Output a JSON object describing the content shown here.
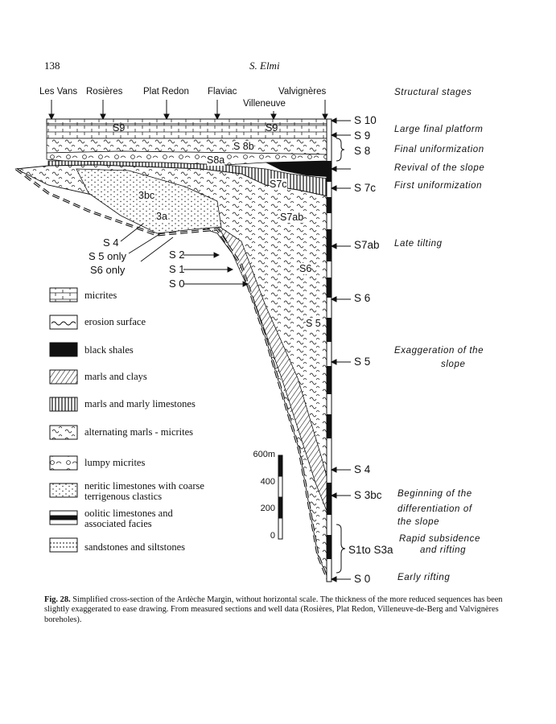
{
  "header": {
    "page_number": "138",
    "running_head": "S. Elmi"
  },
  "figure": {
    "wells": [
      "Les Vans",
      "Rosières",
      "Plat Redon",
      "Flaviac",
      "Valvignères",
      "Villeneuve"
    ],
    "sequence_labels_right": [
      "S 10",
      "S 9",
      "S 8",
      "S 7c",
      "S7ab",
      "S 6",
      "S 5",
      "S 4",
      "S 3bc",
      "S1to S3a",
      "S 0"
    ],
    "stages": [
      "Structural stages",
      "Large final platform",
      "Final uniformization",
      "Revival of the slope",
      "First uniformization",
      "Late tilting",
      "Exaggeration of the",
      "slope",
      "Beginning of the",
      "differentiation of",
      "the slope",
      "Rapid subsidence",
      "and rifting",
      "Early rifting"
    ],
    "section_labels": [
      "S9",
      "S9",
      "S 8b",
      "S8a",
      "S7c",
      "3bc",
      "3a",
      "S7ab",
      "S6",
      "S 5",
      "S 4",
      "S 5 only",
      "S6 only",
      "S 2",
      "S 1",
      "S 0"
    ],
    "scale": {
      "labels": [
        "600m",
        "400",
        "200",
        "0"
      ]
    },
    "legend": [
      {
        "label": "micrites",
        "swatch": "micrites"
      },
      {
        "label": "erosion surface",
        "swatch": "erosion"
      },
      {
        "label": "black shales",
        "swatch": "black"
      },
      {
        "label": "marls and clays",
        "swatch": "marls"
      },
      {
        "label": "marls and marly limestones",
        "swatch": "marly"
      },
      {
        "label": "alternating marls - micrites",
        "swatch": "alternating"
      },
      {
        "label": "lumpy micrites",
        "swatch": "lumpy"
      },
      {
        "label": "neritic limestones with coarse terrigenous clastics",
        "swatch": "neritic"
      },
      {
        "label": "oolitic limestones and associated facies",
        "swatch": "oolitic"
      },
      {
        "label": "sandstones and siltstones",
        "swatch": "sandstones"
      }
    ]
  },
  "caption": {
    "label": "Fig. 28.",
    "text": " Simplified cross-section of the Ardèche Margin, without horizontal scale. The thickness of the more reduced sequences has been slightly exaggerated to ease drawing. From measured sections and well data (Rosières, Plat Redon, Villeneuve-de-Berg and Valvignères boreholes)."
  }
}
